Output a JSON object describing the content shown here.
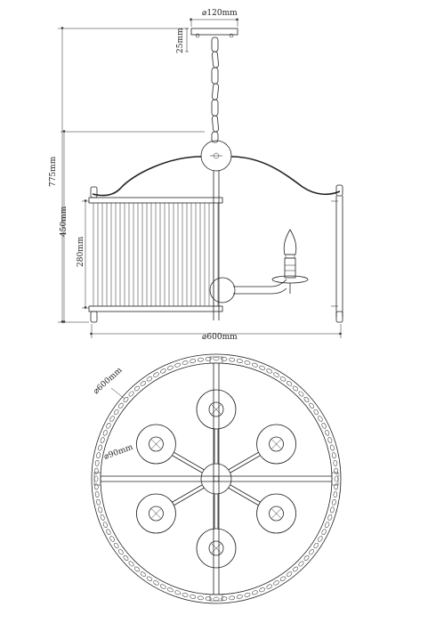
{
  "dimensions": {
    "canopy_diameter": "⌀120mm",
    "canopy_height": "25mm",
    "total_height": "775mm",
    "body_height": "450mm",
    "shade_height": "280mm",
    "width": "⌀600mm",
    "plan_diameter": "⌀600mm",
    "cup_diameter": "⌀90mm"
  }
}
